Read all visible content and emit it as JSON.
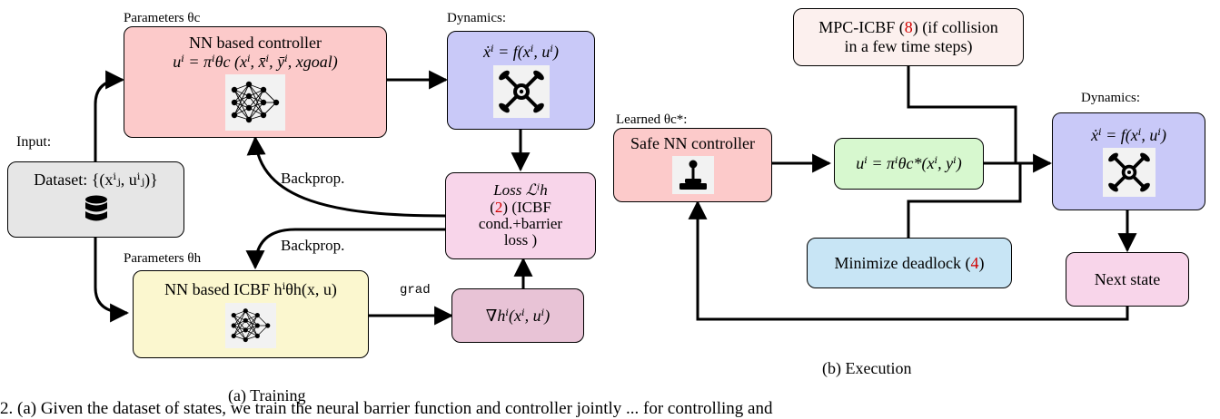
{
  "training": {
    "controller_params_label": "Parameters θc",
    "controller_box": {
      "title": "NN based controller",
      "formula": "uⁱ = πⁱθc (xⁱ, x̄ⁱ, ȳⁱ, xgoal)"
    },
    "dynamics_label": "Dynamics:",
    "dynamics_formula": "ẋⁱ = f(xⁱ, uⁱ)",
    "input_label": "Input:",
    "dataset_text": "Dataset: {(xⁱⱼ, uⁱⱼ)}",
    "backprop_label_1": "Backprop.",
    "backprop_label_2": "Backprop.",
    "loss_box": {
      "title": "Loss ℒⁱh",
      "ref": "2",
      "line1": "(ICBF",
      "line2": "cond.+barrier",
      "line3": "loss )"
    },
    "icbf_params_label": "Parameters θh",
    "icbf_box": {
      "title": "NN based ICBF  hⁱθh(x, u)"
    },
    "grad_label": "grad",
    "gradient_formula": "∇hⁱ(xⁱ, uⁱ)",
    "caption": "(a) Training"
  },
  "execution": {
    "mpc_box": {
      "line1_a": "MPC-ICBF",
      "ref": "8",
      "line1_b": "(if collision",
      "line2": "in a few time steps)"
    },
    "learned_params_label": "Learned θc*:",
    "safe_controller_title": "Safe NN controller",
    "policy_formula": "uⁱ = πⁱθc*(xⁱ, yⁱ)",
    "dynamics_label": "Dynamics:",
    "dynamics_formula": "ẋⁱ = f(xⁱ, uⁱ)",
    "deadlock_text": "Minimize deadlock",
    "deadlock_ref": "4",
    "next_state_text": "Next state",
    "caption": "(b) Execution"
  },
  "body_text_fragment": "2. (a) Given the dataset of states, we train the neural barrier function and controller jointly ... for controlling and"
}
